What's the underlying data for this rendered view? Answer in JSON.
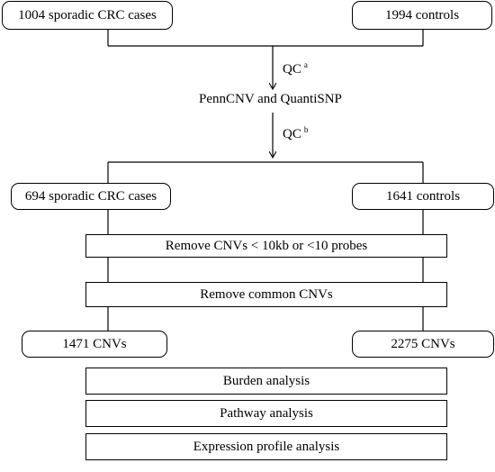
{
  "flowchart": {
    "top": {
      "cases": "1004 sporadic CRC cases",
      "controls": "1994 controls"
    },
    "qc_a": {
      "label": "QC",
      "mark": "a"
    },
    "calling": "PennCNV and QuantiSNP",
    "qc_b": {
      "label": "QC",
      "mark": "b"
    },
    "after_qc": {
      "cases": "694 sporadic CRC cases",
      "controls": "1641 controls"
    },
    "filters": {
      "remove_small": "Remove CNVs < 10kb or <10 probes",
      "remove_common": "Remove common CNVs"
    },
    "cnvs": {
      "cases": "1471 CNVs",
      "controls": "2275 CNVs"
    },
    "analyses": {
      "burden": "Burden analysis",
      "pathway": "Pathway analysis",
      "expression": "Expression profile analysis"
    }
  }
}
